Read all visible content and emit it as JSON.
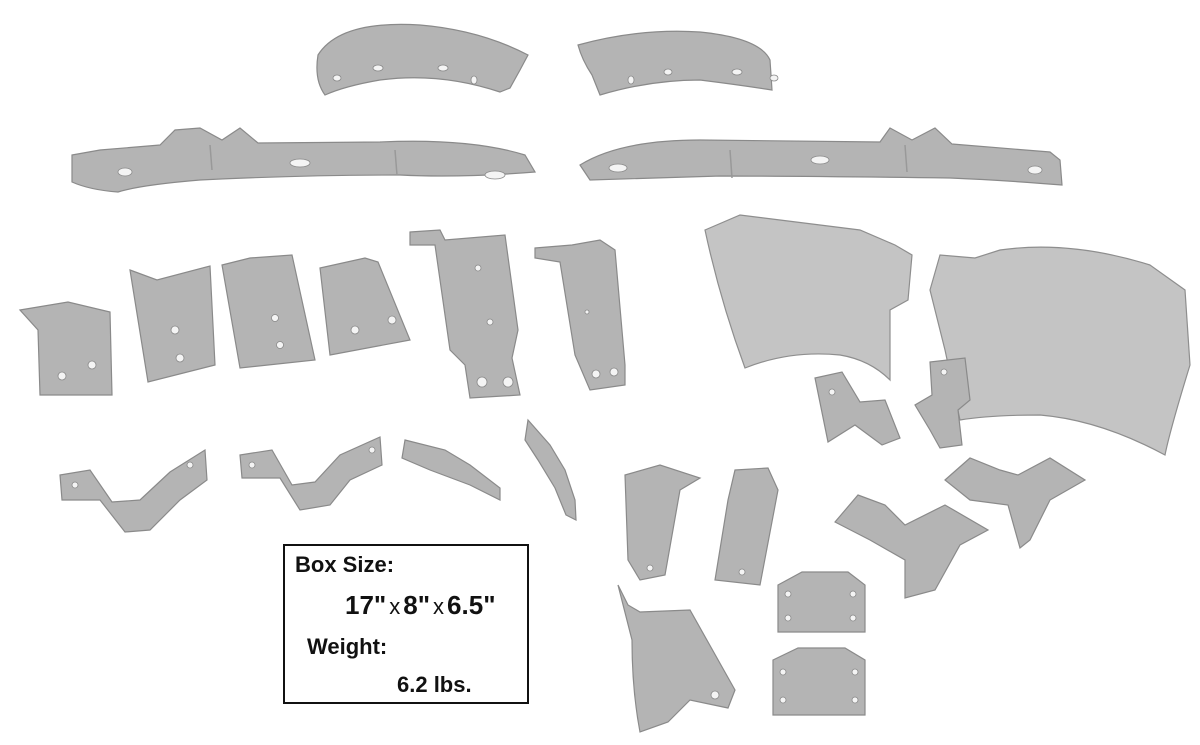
{
  "image": {
    "type": "product-photo",
    "subject": "sheet metal brackets kit",
    "background_color": "#ffffff",
    "part_color": "#b4b4b4",
    "part_count": 28
  },
  "spec_box": {
    "box_size_label": "Box Size:",
    "box_size_dims": [
      "17\"",
      "8\"",
      "6.5\""
    ],
    "dim_separator": "x",
    "weight_label": "Weight:",
    "weight_value": "6.2 lbs."
  }
}
